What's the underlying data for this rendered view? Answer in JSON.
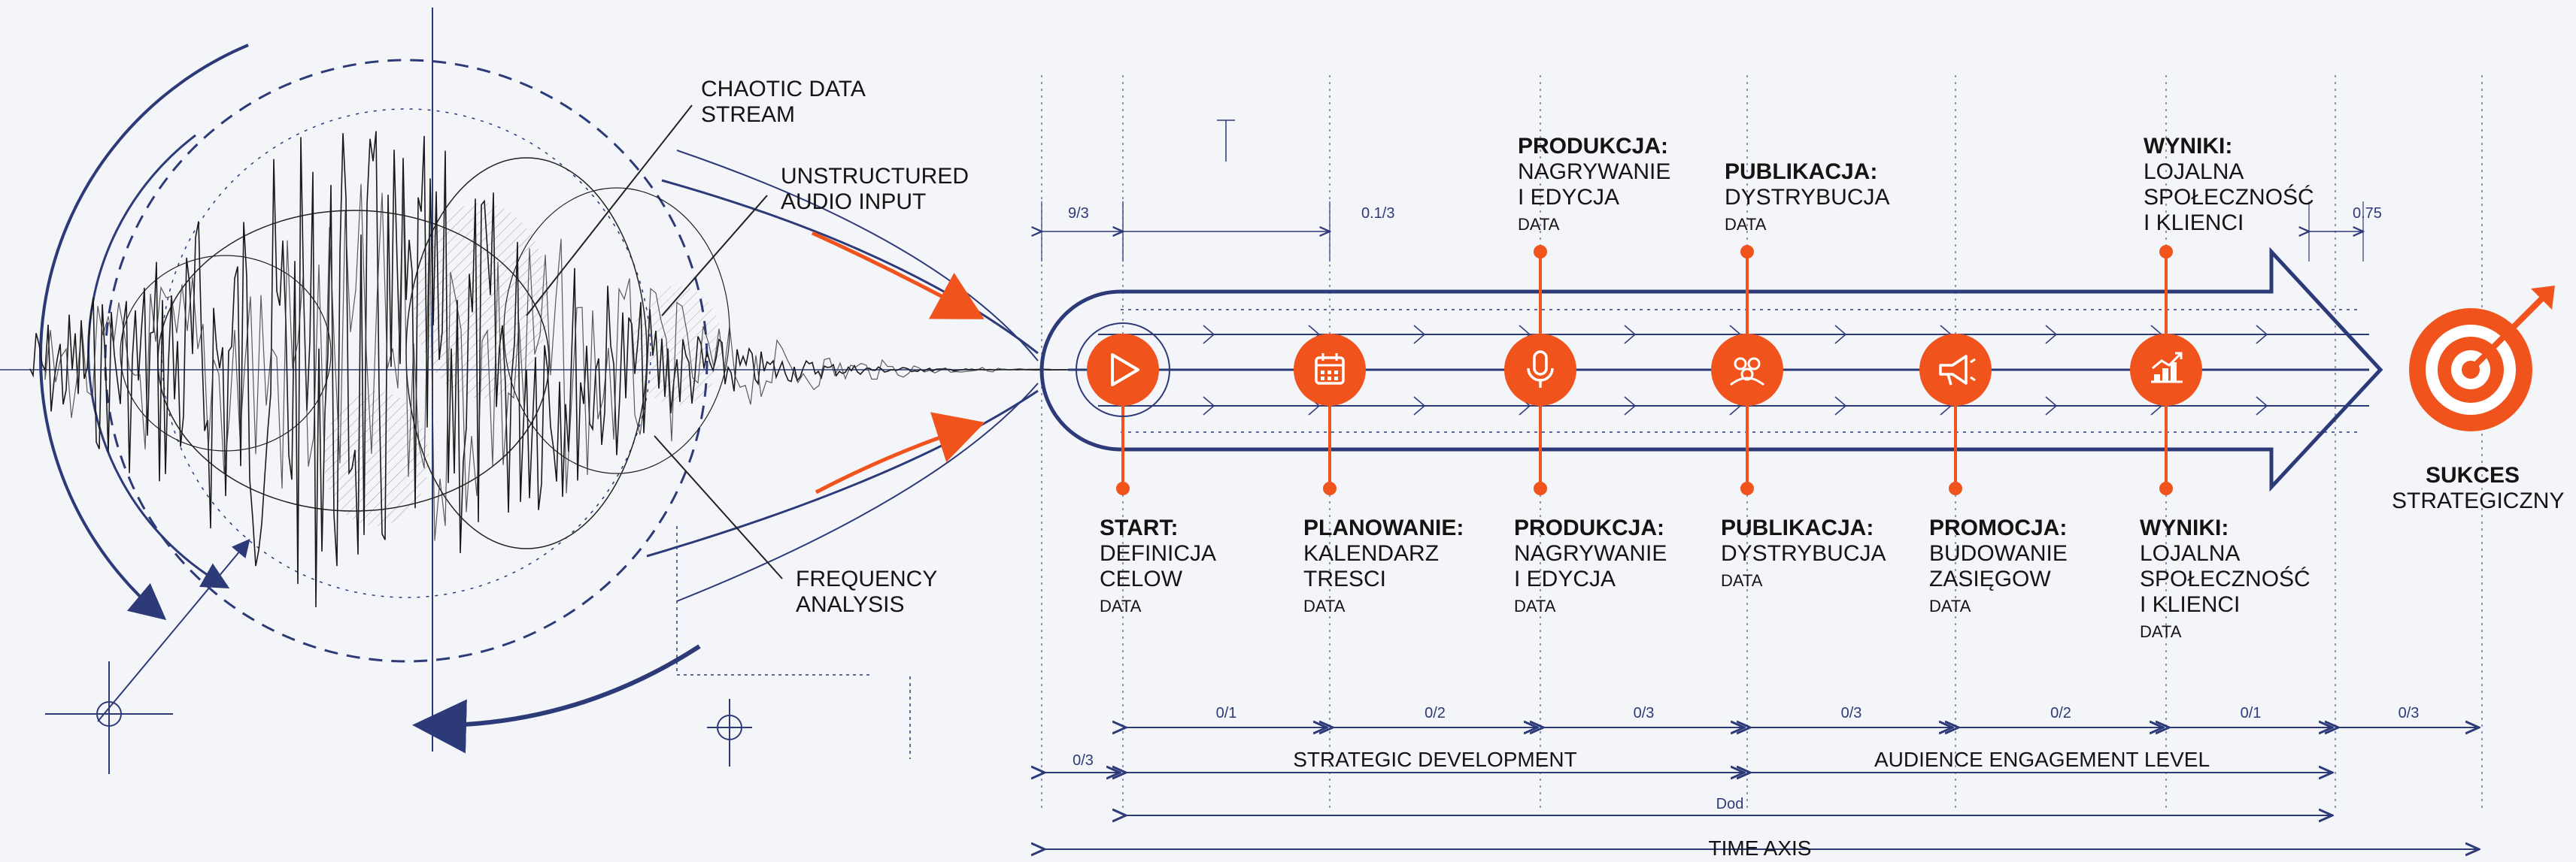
{
  "colors": {
    "accent": "#f0531c",
    "ink": "#2d3a78",
    "text": "#141414",
    "background": "#f4f5f9"
  },
  "annotations": {
    "chaotic": [
      "CHAOTIC DATA",
      "STREAM"
    ],
    "unstructured": [
      "UNSTRUCTURED",
      "AUDIO INPUT"
    ],
    "frequency": [
      "FREQUENCY",
      "ANALYSIS"
    ]
  },
  "dimensions": {
    "left_gap": "9/3",
    "plan_gap": "0.1/3",
    "right_gap": "0.75",
    "seg1": "0/1",
    "seg2": "0/2",
    "seg3": "0/3",
    "seg4": "0/3",
    "seg5": "0/2",
    "seg6": "0/1",
    "seg7": "0/3",
    "start_seg": "0/3"
  },
  "stages": [
    {
      "icon": "play-icon",
      "bottom": {
        "title": "START:",
        "lines": [
          "DEFINICJA",
          "CELOW"
        ],
        "tag": "DATA"
      }
    },
    {
      "icon": "calendar-icon",
      "bottom": {
        "title": "PLANOWANIE:",
        "lines": [
          "KALENDARZ",
          "TRESCI"
        ],
        "tag": "DATA"
      }
    },
    {
      "icon": "microphone-icon",
      "top": {
        "title": "PRODUKCJA:",
        "lines": [
          "NAGRYWANIE",
          "I EDYCJA"
        ],
        "tag": "DATA"
      },
      "bottom": {
        "title": "PRODUKCJA:",
        "lines": [
          "NAGRYWANIE",
          "I EDYCJA"
        ],
        "tag": "DATA"
      }
    },
    {
      "icon": "people-icon",
      "top": {
        "title": "PUBLIKACJA:",
        "lines": [
          "DYSTRYBUCJA"
        ],
        "tag": "DATA"
      },
      "bottom": {
        "title": "PUBLIKACJA:",
        "lines": [
          "DYSTRYBUCJA"
        ],
        "tag": "DATA"
      }
    },
    {
      "icon": "megaphone-icon",
      "bottom": {
        "title": "PROMOCJA:",
        "lines": [
          "BUDOWANIE",
          "ZASIĘGOW"
        ],
        "tag": "DATA"
      }
    },
    {
      "icon": "growth-chart-icon",
      "top": {
        "title": "WYNIKI:",
        "lines": [
          "LOJALNA",
          "SPOŁECZNOŚĆ",
          "I KLIENCI"
        ],
        "tag": ""
      },
      "bottom": {
        "title": "WYNIKI:",
        "lines": [
          "LOJALNA",
          "SPOŁECZNOŚĆ",
          "I KLIENCI"
        ],
        "tag": "DATA"
      }
    }
  ],
  "goal": {
    "icon": "target-icon",
    "title": "SUKCES",
    "subtitle": "STRATEGICZNY"
  },
  "axes": {
    "strategic": "STRATEGIC DEVELOPMENT",
    "audience": "AUDIENCE ENGAGEMENT LEVEL",
    "dod": "Dod",
    "time": "TIME AXIS"
  }
}
